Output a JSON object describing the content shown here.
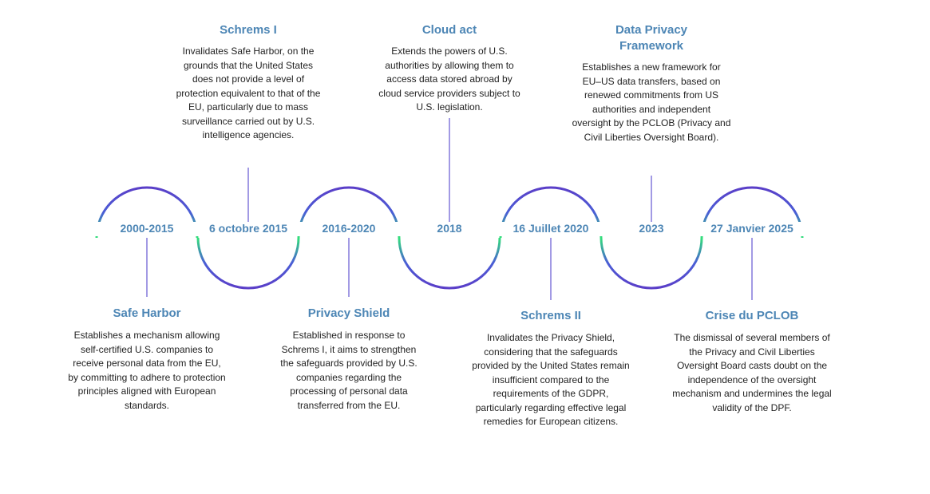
{
  "colors": {
    "accent_text": "#4d86b5",
    "wave_start": "#33e07a",
    "wave_mid": "#4a5ed6",
    "wave_end": "#5a3ec8",
    "connector": "#7a6fd8",
    "body_text": "#222222"
  },
  "timeline": [
    {
      "date": "2000-2015",
      "title": "Safe Harbor",
      "description": "Establishes a mechanism allowing self-certified U.S. companies to receive personal data from the EU, by committing to adhere to protection principles aligned with European standards.",
      "position": "below"
    },
    {
      "date": "6 octobre 2015",
      "title": "Schrems I",
      "description": "Invalidates Safe Harbor, on the grounds that the United States does not provide a level of protection equivalent to that of the EU, particularly due to mass surveillance carried out by U.S. intelligence agencies.",
      "position": "above"
    },
    {
      "date": "2016-2020",
      "title": "Privacy Shield",
      "description": "Established in response to Schrems I, it aims to strengthen the safeguards provided by U.S. companies regarding the processing of personal data transferred from the EU.",
      "position": "below"
    },
    {
      "date": "2018",
      "title": "Cloud act",
      "description": "Extends the powers of U.S. authorities by allowing them to access data stored abroad by cloud service providers subject to U.S. legislation.",
      "position": "above"
    },
    {
      "date": "16 Juillet 2020",
      "title": "Schrems II",
      "description": "Invalidates the Privacy Shield, considering that the safeguards provided by the United States remain insufficient compared to the requirements of the GDPR, particularly regarding effective legal remedies for European citizens.",
      "position": "below"
    },
    {
      "date": "2023",
      "title": "Data Privacy Framework",
      "description": "Establishes a new framework for EU–US data transfers, based on renewed commitments from US authorities and independent oversight by the PCLOB (Privacy and Civil Liberties Oversight Board).",
      "position": "above"
    },
    {
      "date": "27 Janvier 2025",
      "title": "Crise du PCLOB",
      "description": "The dismissal of several members of the Privacy and Civil Liberties Oversight Board casts doubt on the independence of the oversight mechanism and undermines the legal validity of the DPF.",
      "position": "below"
    }
  ]
}
